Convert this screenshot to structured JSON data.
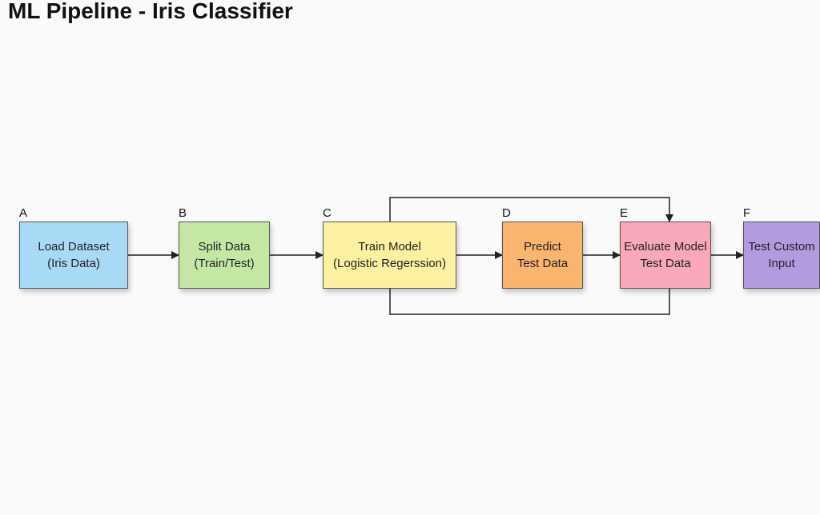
{
  "title": "ML Pipeline - Iris Classifier",
  "nodes": [
    {
      "letter": "A",
      "line1": "Load Dataset",
      "line2": "(Iris Data)",
      "color": "#a8daf5"
    },
    {
      "letter": "B",
      "line1": "Split Data",
      "line2": "(Train/Test)",
      "color": "#c4e8a4"
    },
    {
      "letter": "C",
      "line1": "Train Model",
      "line2": "(Logistic Regerssion)",
      "color": "#fbf1a0"
    },
    {
      "letter": "D",
      "line1": "Predict",
      "line2": "Test Data",
      "color": "#f9b470"
    },
    {
      "letter": "E",
      "line1": "Evaluate Model",
      "line2": "Test Data",
      "color": "#f8a8b8"
    },
    {
      "letter": "F",
      "line1": "Test Custom",
      "line2": "Input",
      "color": "#b49be0"
    }
  ],
  "edges": [
    {
      "from": "A",
      "to": "B"
    },
    {
      "from": "B",
      "to": "C"
    },
    {
      "from": "C",
      "to": "D"
    },
    {
      "from": "D",
      "to": "E"
    },
    {
      "from": "E",
      "to": "F"
    },
    {
      "from": "C",
      "to": "E",
      "route": "over-top"
    },
    {
      "from": "E",
      "to": "C",
      "route": "under-bottom"
    }
  ]
}
